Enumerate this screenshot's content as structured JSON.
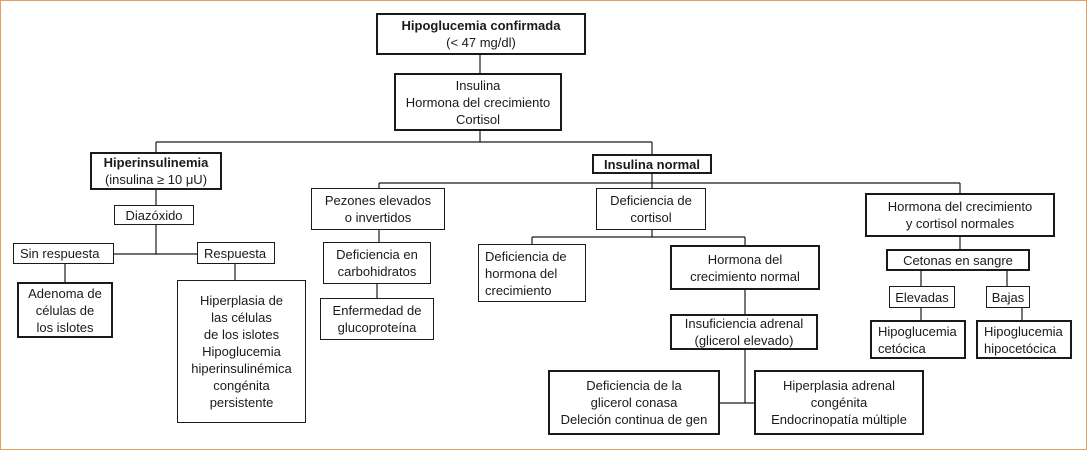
{
  "root": {
    "title": "Hipoglucemia confirmada",
    "subtitle": "(< 47 mg/dl)"
  },
  "hormones": {
    "line1": "Insulina",
    "line2": "Hormona del crecimiento",
    "line3": "Cortisol"
  },
  "hyperinsulinemia": {
    "title": "Hiperinsulinemia",
    "subtitle": "(insulina ≥ 10 μU)"
  },
  "diazoxide": "Diazóxido",
  "no_response": "Sin respuesta",
  "response": "Respuesta",
  "adenoma": {
    "line1": "Adenoma de",
    "line2": "células de",
    "line3": "los islotes"
  },
  "hyperplasia": {
    "line1": "Hiperplasia de",
    "line2": "las células",
    "line3": "de los islotes",
    "line4": "Hipoglucemia",
    "line5": "hiperinsulinémica",
    "line6": "congénita",
    "line7": "persistente"
  },
  "normal_insulin": "Insulina normal",
  "nipples": {
    "line1": "Pezones elevados",
    "line2": "o invertidos"
  },
  "carb_deficiency": {
    "line1": "Deficiencia en",
    "line2": "carbohidratos"
  },
  "glycoprotein": {
    "line1": "Enfermedad de",
    "line2": "glucoproteína"
  },
  "cortisol_deficiency": {
    "line1": "Deficiencia de",
    "line2": "cortisol"
  },
  "gh_deficiency": {
    "line1": "Deficiencia de",
    "line2": "hormona del",
    "line3": "crecimiento"
  },
  "gh_normal": {
    "line1": "Hormona del",
    "line2": "crecimiento normal"
  },
  "adrenal_insufficiency": {
    "line1": "Insuficiencia adrenal",
    "line2": "(glicerol elevado)"
  },
  "glycerol_kinase": {
    "line1": "Deficiencia de la",
    "line2": "glicerol conasa",
    "line3": "Deleción continua de gen"
  },
  "adrenal_hyperplasia": {
    "line1": "Hiperplasia adrenal",
    "line2": "congénita",
    "line3": "Endocrinopatía múltiple"
  },
  "gh_cortisol_normal": {
    "line1": "Hormona del crecimiento",
    "line2": "y cortisol normales"
  },
  "ketones": "Cetonas en sangre",
  "elevated": "Elevadas",
  "low": "Bajas",
  "ketotic": {
    "line1": "Hipoglucemia",
    "line2": "cetócica"
  },
  "hypoketotic": {
    "line1": "Hipoglucemia",
    "line2": "hipocetócica"
  }
}
